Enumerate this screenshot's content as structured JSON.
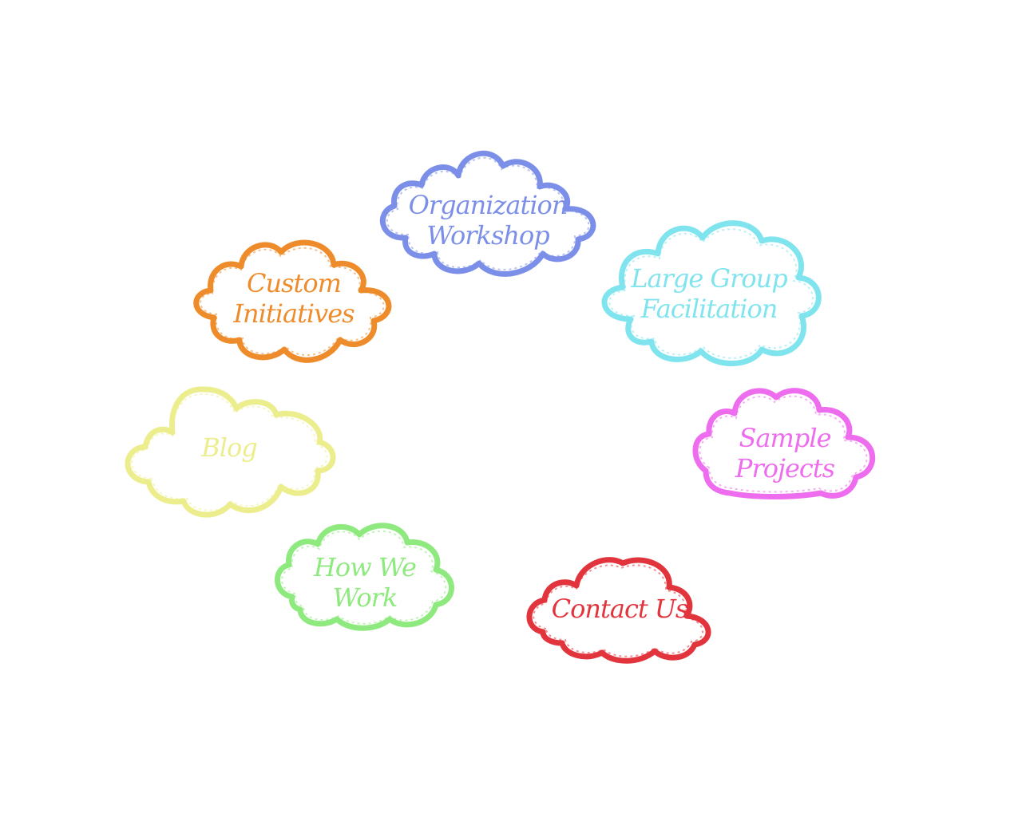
{
  "nav": {
    "clouds": [
      {
        "id": "org",
        "lines": [
          "Organization",
          "Workshop"
        ],
        "color": "#7b8fe8"
      },
      {
        "id": "custom",
        "lines": [
          "Custom",
          "Initiatives"
        ],
        "color": "#ee8c2c"
      },
      {
        "id": "large",
        "lines": [
          "Large Group",
          "Facilitation"
        ],
        "color": "#7fe4ee"
      },
      {
        "id": "blog",
        "lines": [
          "Blog"
        ],
        "color": "#ecee8e"
      },
      {
        "id": "sample",
        "lines": [
          "Sample",
          "Projects"
        ],
        "color": "#ee6cee"
      },
      {
        "id": "how",
        "lines": [
          "How We",
          "Work"
        ],
        "color": "#8eea7e"
      },
      {
        "id": "contact",
        "lines": [
          "Contact Us"
        ],
        "color": "#e2343c"
      }
    ]
  }
}
